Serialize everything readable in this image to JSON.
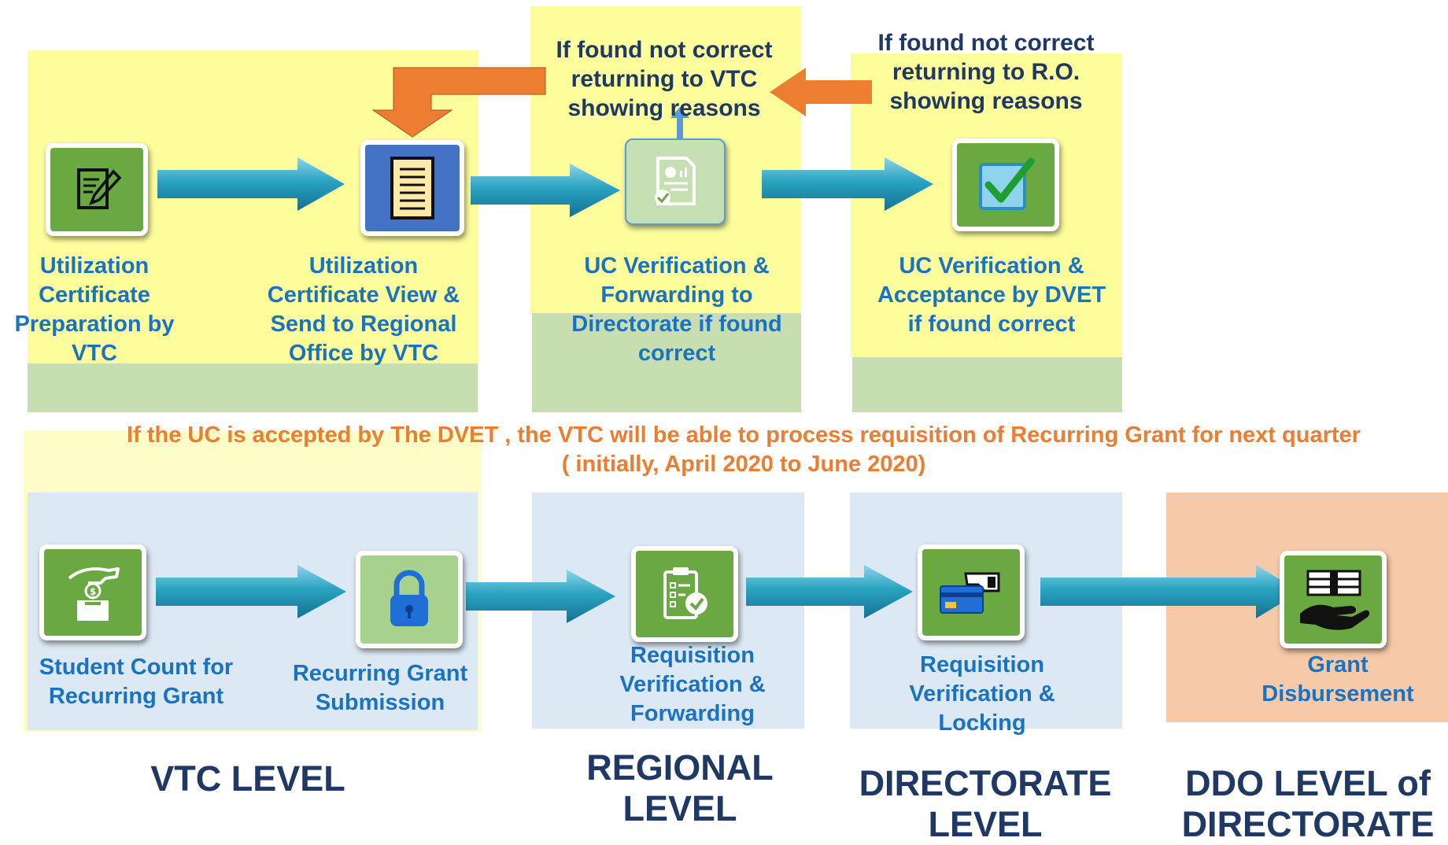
{
  "top_flow": {
    "steps": [
      {
        "label": "Utilization\nCertificate\nPreparation by\nVTC",
        "icon": "edit-document-icon"
      },
      {
        "label": "Utilization\nCertificate View &\nSend to Regional\nOffice by VTC",
        "icon": "document-icon"
      },
      {
        "label": "UC Verification &\nForwarding to\nDirectorate if found\ncorrect",
        "icon": "report-check-icon"
      },
      {
        "label": "UC Verification &\nAcceptance by DVET\nif found correct",
        "icon": "checkbox-checked-icon"
      }
    ],
    "return_notes": [
      "If found not correct\nreturning to VTC\nshowing reasons",
      "If found not correct\nreturning to R.O.\nshowing reasons"
    ]
  },
  "condition_note": "If the UC is accepted by The DVET , the VTC will be able to process requisition of Recurring Grant for next quarter\n( initially, April 2020 to June 2020)",
  "bottom_flow": {
    "steps": [
      {
        "label": "Student Count for\nRecurring Grant",
        "icon": "donation-box-icon"
      },
      {
        "label": "Recurring Grant\nSubmission",
        "icon": "padlock-icon"
      },
      {
        "label": "Requisition\nVerification &\nForwarding",
        "icon": "clipboard-check-icon"
      },
      {
        "label": "Requisition\nVerification &\nLocking",
        "icon": "card-payment-icon"
      },
      {
        "label": "Grant\nDisbursement",
        "icon": "money-hand-icon"
      }
    ]
  },
  "levels": [
    "VTC LEVEL",
    "REGIONAL\nLEVEL",
    "DIRECTORATE\nLEVEL",
    "DDO LEVEL of\nDIRECTORATE"
  ],
  "colors": {
    "panel_yellow": "#fdfd9c",
    "panel_green": "#c7dfb0",
    "panel_blue": "#dce8f4",
    "panel_peach": "#f6c9a8",
    "label_blue": "#1a73c0",
    "level_navy": "#1f3864",
    "return_arrow_orange": "#ed7d31",
    "flow_arrow_teal": "#2aa3c2",
    "icon_green": "#6aa842"
  }
}
